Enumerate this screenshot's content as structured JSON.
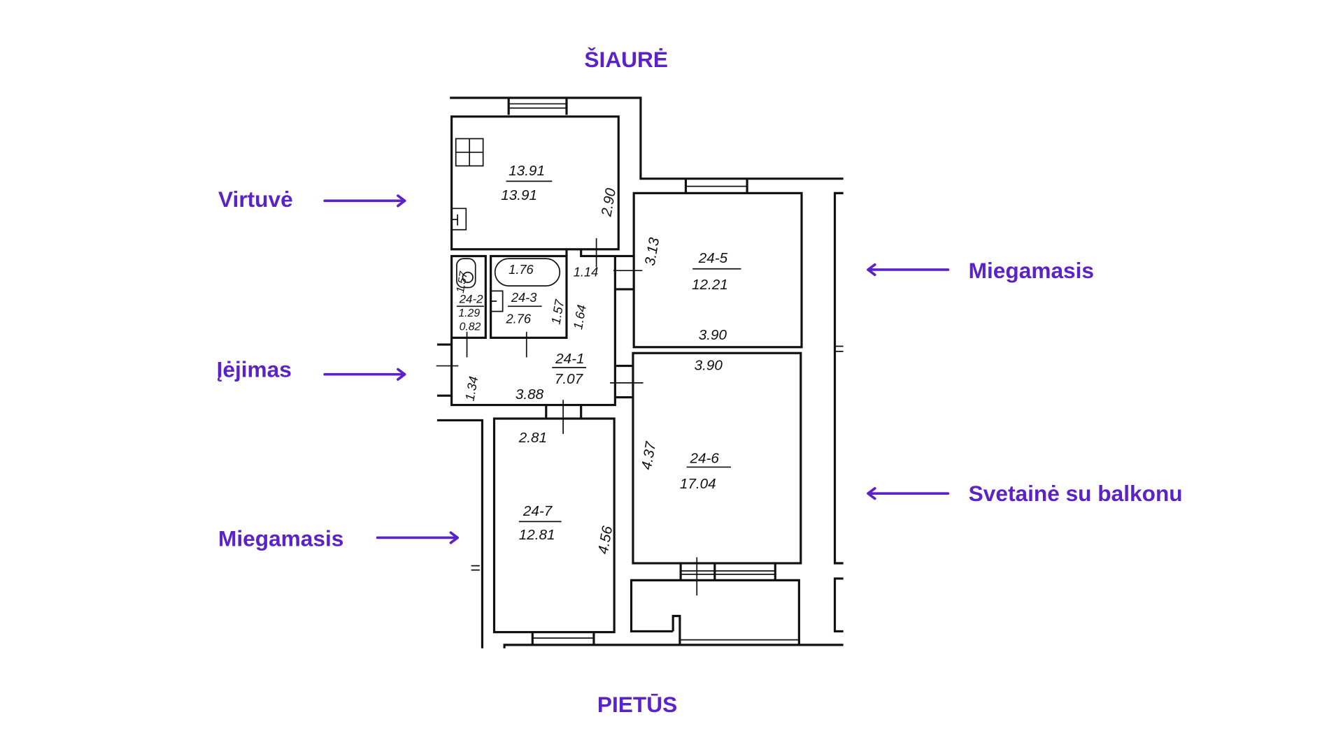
{
  "compass": {
    "north": "ŠIAURĖ",
    "south": "PIETŪS"
  },
  "callouts": [
    {
      "label": "Virtuvė",
      "direction": "right"
    },
    {
      "label": "Įėjimas",
      "direction": "right"
    },
    {
      "label": "Miegamasis",
      "direction": "right"
    },
    {
      "label": "Miegamasis",
      "direction": "left"
    },
    {
      "label": "Svetainė su balkonu",
      "direction": "left"
    }
  ],
  "rooms": {
    "kitchen": {
      "id": "13.91",
      "area": "13.91",
      "dim": "2.90"
    },
    "wc": {
      "id": "24-2",
      "area": "1.29",
      "dim1": "1.57",
      "dim2": "0.82"
    },
    "bath": {
      "id": "24-3",
      "area": "2.76",
      "tub": "1.76",
      "dim": "1.57"
    },
    "hall": {
      "id": "24-1",
      "area": "7.07",
      "dim1": "1.14",
      "dim2": "1.64",
      "dim3": "1.34",
      "dim4": "3.88"
    },
    "bedroom_north": {
      "id": "24-5",
      "area": "12.21",
      "dim1": "3.13",
      "dim2": "3.90"
    },
    "living": {
      "id": "24-6",
      "area": "17.04",
      "dim1": "3.90",
      "dim2": "4.37"
    },
    "bedroom_south": {
      "id": "24-7",
      "area": "12.81",
      "dim1": "2.81",
      "dim2": "4.56"
    }
  },
  "colors": {
    "accent": "#5a22c8",
    "lines": "#111111"
  }
}
